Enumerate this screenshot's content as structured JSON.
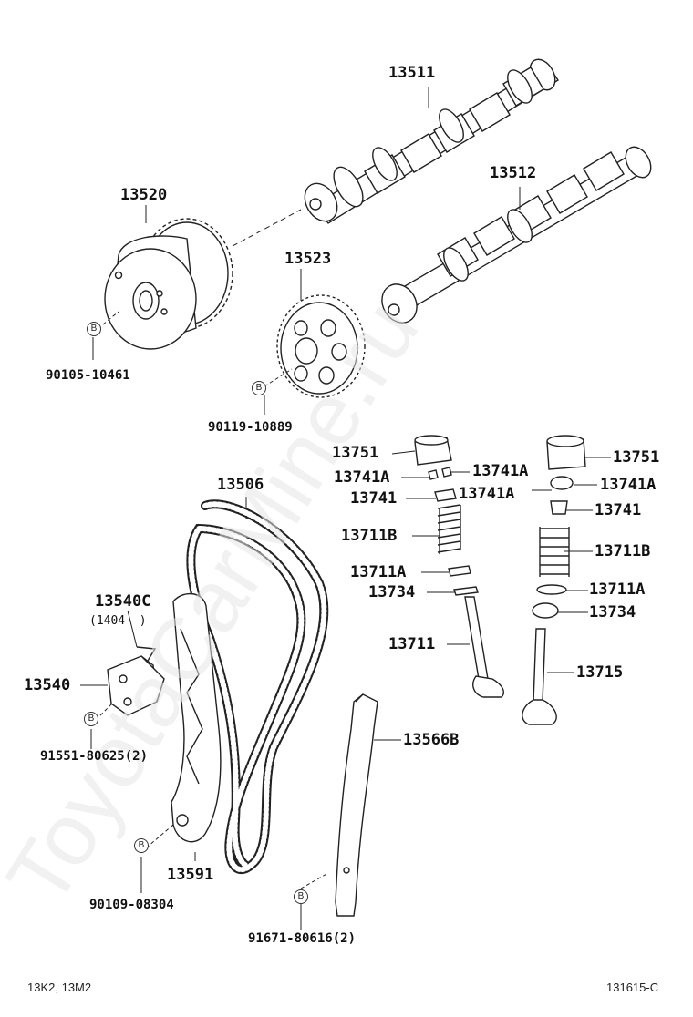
{
  "parts": {
    "camshaft_intake": "13511",
    "camshaft_exhaust": "13512",
    "cam_timing_gear": "13520",
    "cam_sprocket": "13523",
    "chain": "13506",
    "tensioner": "13540",
    "tensioner_gasket": "13540C",
    "tensioner_gasket_note": "(1404-      )",
    "chain_slipper": "13591",
    "chain_vibration_damper": "13566B",
    "valve_intake": "13711",
    "valve_exhaust": "13715",
    "lifter_left": "13751",
    "lifter_right": "13751",
    "keeper_left_a": "13741A",
    "keeper_left_b": "13741A",
    "keeper_mid": "13741A",
    "keeper_right": "13741A",
    "retainer_left": "13741",
    "retainer_right": "13741",
    "spring_left": "13711B",
    "spring_right": "13711B",
    "seat_left": "13711A",
    "seat_right": "13711A",
    "seal_left": "13734",
    "seal_right": "13734"
  },
  "fasteners": {
    "bolt_gear": "90105-10461",
    "bolt_sprocket": "90119-10889",
    "bolt_tensioner": "91551-80625(2)",
    "bolt_slipper": "90109-08304",
    "bolt_damper": "91671-80616(2)",
    "marker": "B"
  },
  "footer": {
    "engine_codes": "13K2, 13M2",
    "figure_code": "131615-C"
  },
  "watermark": "ToyotaCarMine.ru"
}
